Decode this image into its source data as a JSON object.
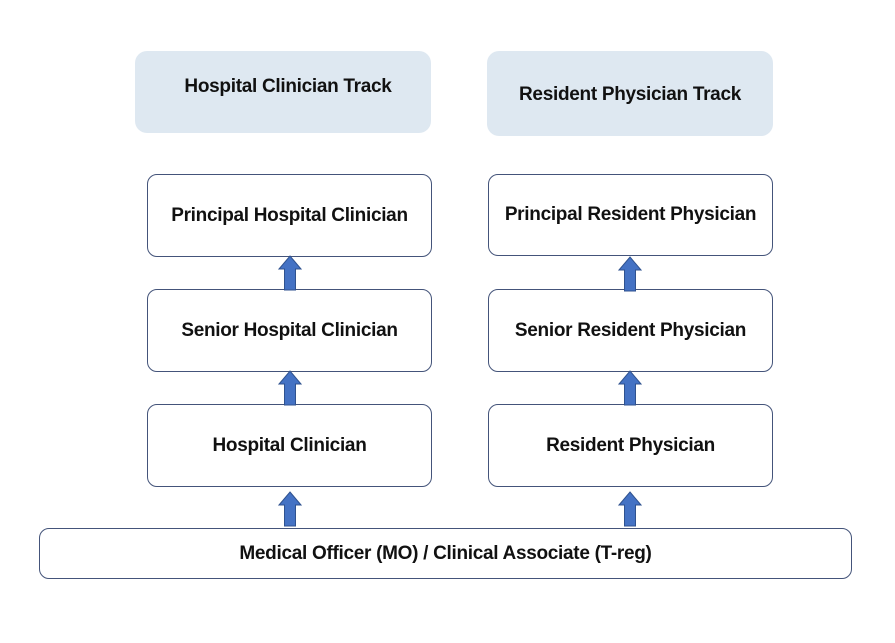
{
  "tracks": {
    "hospital": {
      "title": "Hospital Clinician Track",
      "levels": [
        "Principal Hospital Clinician",
        "Senior Hospital Clinician",
        "Hospital Clinician"
      ]
    },
    "resident": {
      "title": "Resident Physician Track",
      "levels": [
        "Principal Resident Physician",
        "Senior Resident Physician",
        "Resident Physician"
      ]
    }
  },
  "entry": "Medical Officer (MO) / Clinical Associate (T-reg)",
  "colors": {
    "header_fill": "#dee8f1",
    "box_border": "#44547a",
    "arrow_fill": "#4472c4",
    "arrow_stroke": "#2f528f"
  }
}
